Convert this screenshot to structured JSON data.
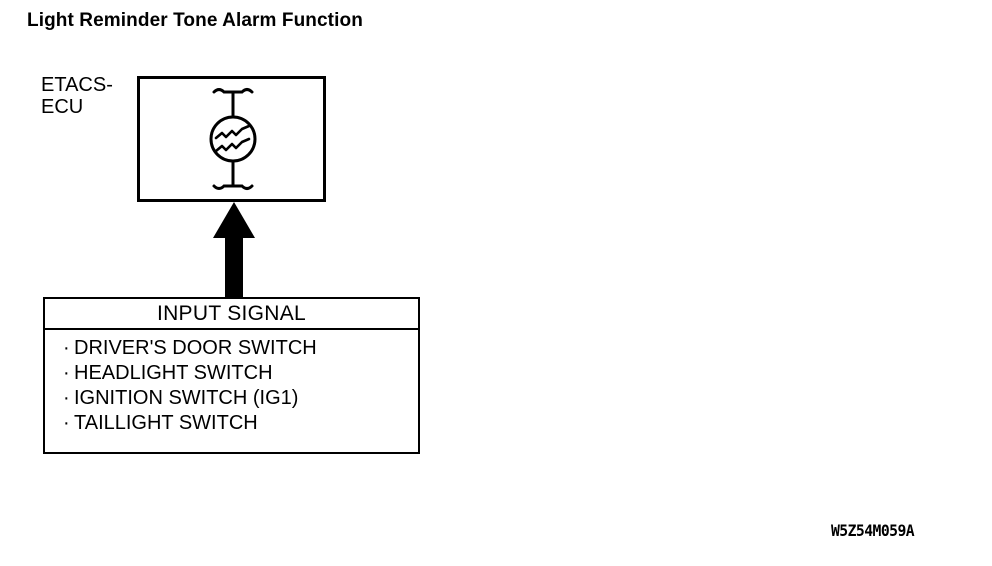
{
  "title": "Light Reminder Tone Alarm Function",
  "ecu": {
    "label_line1": "ETACS-",
    "label_line2": "ECU",
    "component_icon": "buzzer-symbol"
  },
  "arrow": {
    "icon": "up-arrow-icon",
    "direction": "up"
  },
  "input_signal": {
    "header": "INPUT SIGNAL",
    "bullet": "·",
    "items": [
      "DRIVER'S DOOR SWITCH",
      "HEADLIGHT SWITCH",
      "IGNITION SWITCH (IG1)",
      "TAILLIGHT SWITCH"
    ]
  },
  "reference_code": "W5Z54M059A",
  "colors": {
    "ink": "#000000",
    "background": "#ffffff"
  }
}
